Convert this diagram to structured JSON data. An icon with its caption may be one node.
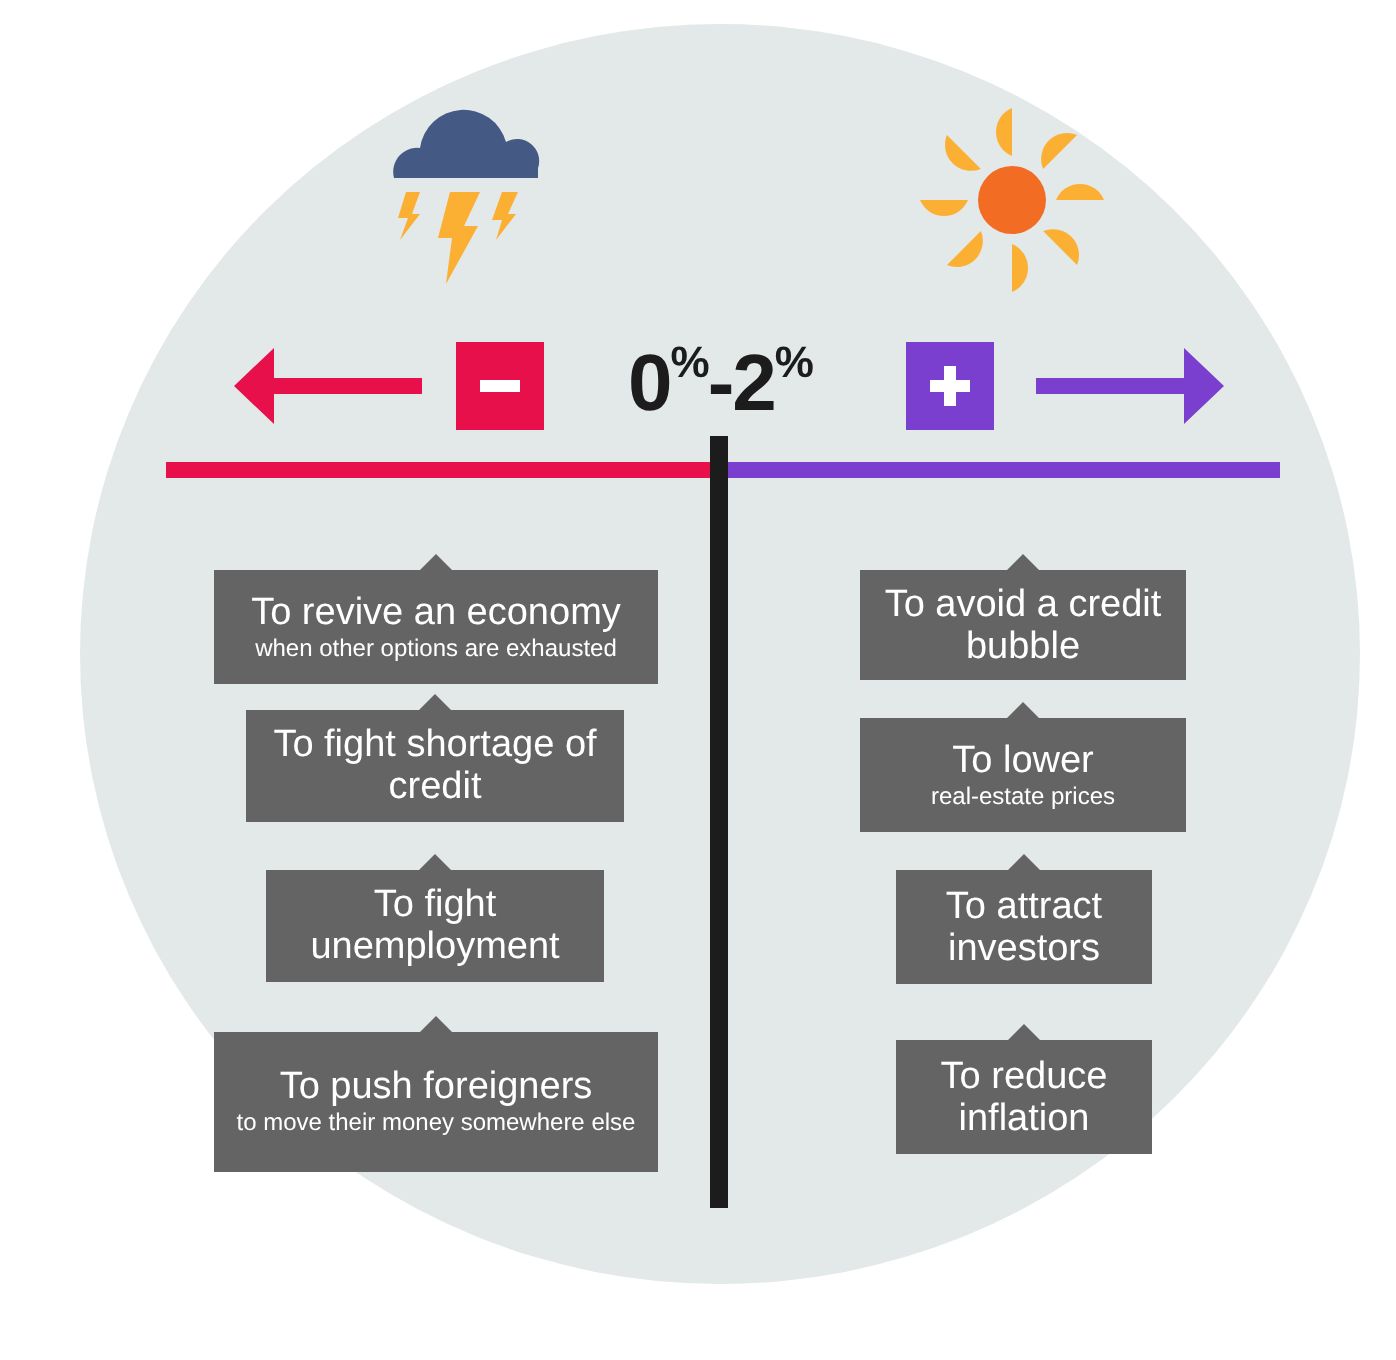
{
  "diagram": {
    "nodes": [
      {
        "text": [
          "To revive an economy",
          "when other options are exhausted"
        ]
      },
      {
        "text": [
          "To fight shortage of credit"
        ]
      },
      {
        "text": [
          "To fight unemployment"
        ]
      },
      {
        "text": [
          "To push foreigners",
          "to move their money somewhere else"
        ]
      },
      {
        "text": [
          "To avoid a credit bubble"
        ]
      },
      {
        "text": [
          "To lower",
          "real-estate prices"
        ]
      },
      {
        "text": [
          "To attract investors"
        ]
      },
      {
        "text": [
          "To reduce inflation"
        ]
      }
    ],
    "labels": [
      "0$^{%}$-2$^{%}$"
    ]
  }
}
